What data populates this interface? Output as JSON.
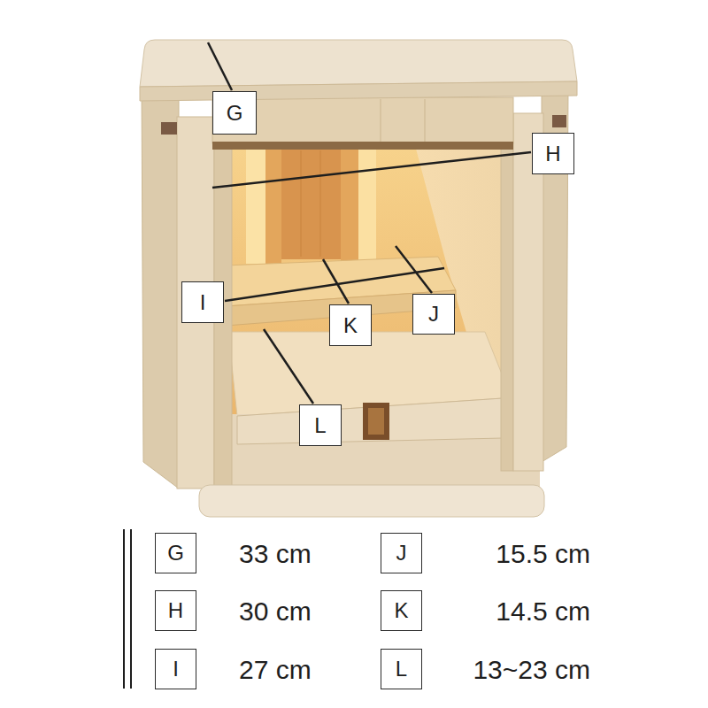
{
  "diagram": {
    "nodes": [
      {
        "text": [
          "G"
        ]
      },
      {
        "text": [
          "H"
        ]
      },
      {
        "text": [
          "I"
        ]
      },
      {
        "text": [
          "J"
        ]
      },
      {
        "text": [
          "K"
        ]
      },
      {
        "text": [
          "L"
        ]
      },
      {
        "text": [
          "G"
        ]
      },
      {
        "text": [
          "J"
        ]
      },
      {
        "text": [
          "H"
        ]
      },
      {
        "text": [
          "K"
        ]
      },
      {
        "text": [
          "I"
        ]
      },
      {
        "text": [
          "L"
        ]
      }
    ],
    "labels": [
      "33 cm",
      "15.5 cm",
      "30 cm",
      "14.5 cm",
      "27 cm",
      "13~23 cm"
    ]
  }
}
